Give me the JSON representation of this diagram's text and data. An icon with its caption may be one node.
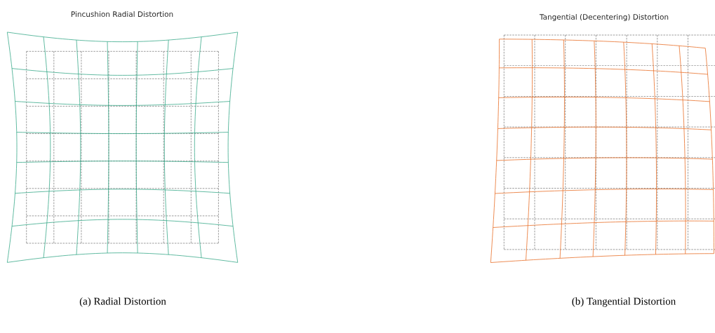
{
  "diagram": {
    "labels": [
      "Pincushion Radial Distortion",
      "Tangential (Decentering) Distortion",
      "(a) Radial Distortion",
      "(b) Tangential Distortion"
    ]
  }
}
